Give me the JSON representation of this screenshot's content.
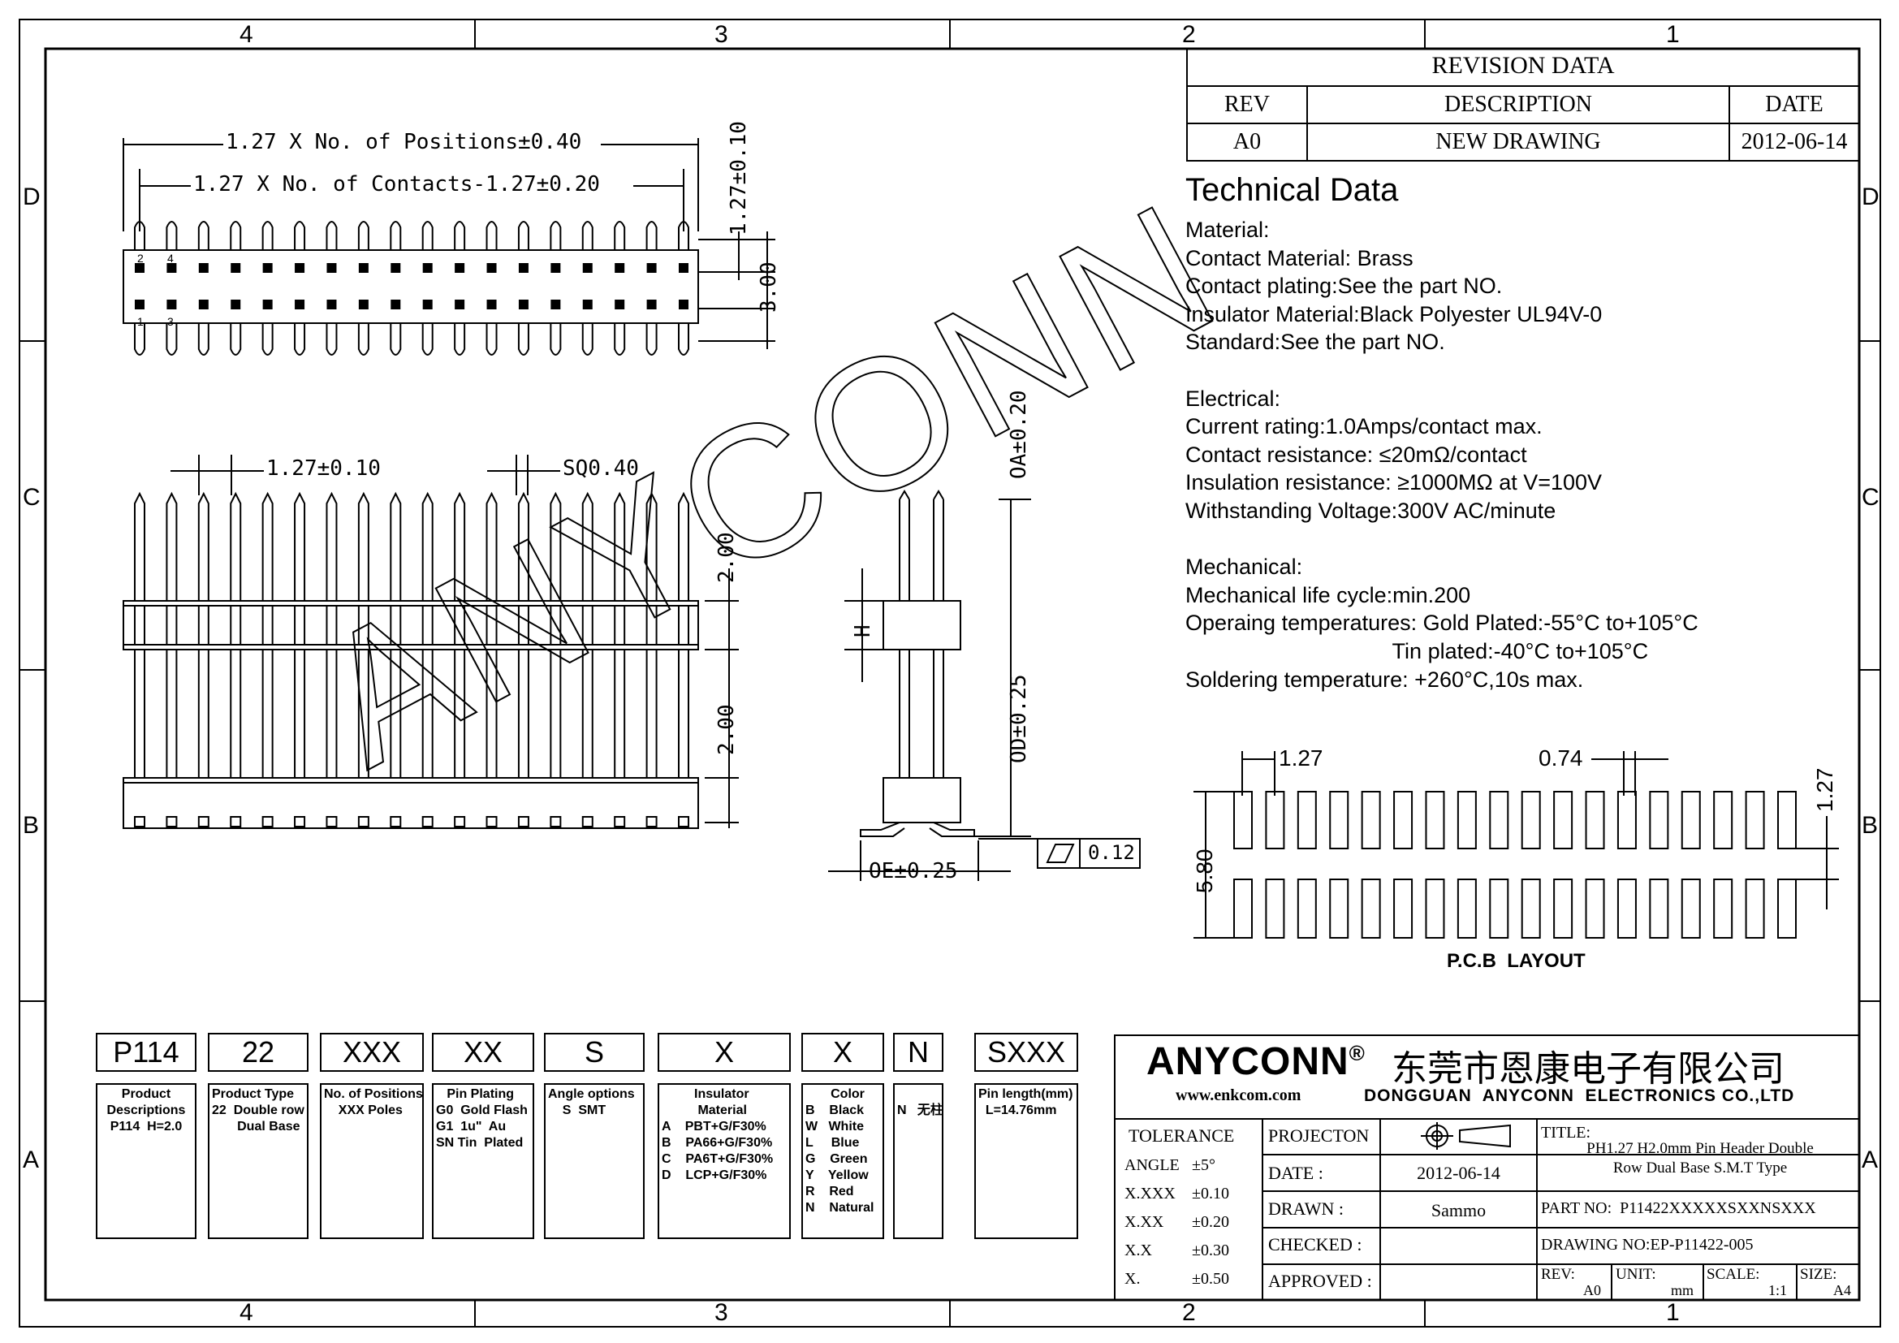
{
  "zones": {
    "columns": [
      "4",
      "3",
      "2",
      "1"
    ],
    "rows": [
      "D",
      "C",
      "B",
      "A"
    ]
  },
  "revision": {
    "title": "REVISION DATA",
    "headers": [
      "REV",
      "DESCRIPTION",
      "DATE"
    ],
    "row": [
      "A0",
      "NEW DRAWING",
      "2012-06-14"
    ]
  },
  "technical": {
    "heading": "Technical Data",
    "lines": [
      "Material:",
      "Contact Material: Brass",
      "Contact plating:See the part NO.",
      "Insulator Material:Black Polyester UL94V-0",
      "Standard:See the part NO.",
      "",
      "Electrical:",
      "Current rating:1.0Amps/contact max.",
      "Contact resistance: ≤20mΩ/contact",
      "Insulation resistance: ≥1000MΩ at V=100V",
      "Withstanding Voltage:300V AC/minute",
      "",
      "Mechanical:",
      "Mechanical life cycle:min.200",
      "Operaing temperatures: Gold Plated:-55°C to+105°C",
      "                                  Tin plated:-40°C to+105°C",
      "Soldering temperature: +260°C,10s max."
    ]
  },
  "dims": {
    "positions": "1.27 X No. of Positions±0.40",
    "contacts": "1.27 X No. of Contacts-1.27±0.20",
    "v127": "1.27±0.10",
    "v300": "3.00",
    "pitch": "1.27±0.10",
    "sq": "SQ0.40",
    "h200a": "2.00",
    "h200b": "2.00",
    "oa": "OA±0.20",
    "od": "OD±0.25",
    "h": "H",
    "oe": "OE±0.25",
    "flat": "0.12",
    "pin_2": "2",
    "pin_4": "4",
    "pin_1": "1",
    "pin_3": "3"
  },
  "pcb": {
    "pitch": "1.27",
    "pad": "0.74",
    "row": "1.27",
    "height": "5.80",
    "caption": "P.C.B  LAYOUT"
  },
  "watermark": "ANYCONN",
  "part_code": [
    {
      "code": "P114",
      "desc": "Product\nDescriptions\nP114  H=2.0"
    },
    {
      "code": "22",
      "desc": "Product Type\n22  Double row\n       Dual Base"
    },
    {
      "code": "XXX",
      "desc": "No. of Positions\n    XXX Poles"
    },
    {
      "code": "XX",
      "desc": "   Pin Plating\nG0  Gold Flash\nG1  1u\"  Au\nSN Tin  Plated"
    },
    {
      "code": "S",
      "desc": "Angle options\n    S  SMT"
    },
    {
      "code": "X",
      "desc": "         Insulator\n          Material\nA    PBT+G/F30%\nB    PA66+G/F30%\nC    PA6T+G/F30%\nD    LCP+G/F30%"
    },
    {
      "code": "X",
      "desc": "       Color\nB    Black\nW   White\nL     Blue\nG    Green\nY    Yellow\nR    Red\nN    Natural"
    },
    {
      "code": "N",
      "desc": "\nN   无柱"
    },
    {
      "code": "SXXX",
      "desc": "Pin length(mm)\n  L=14.76mm"
    }
  ],
  "titleblock": {
    "brand": "ANYCONN",
    "reg": "®",
    "chinese": "东莞市恩康电子有限公司",
    "website": "www.enkcom.com",
    "company": "DONGGUAN  ANYCONN  ELECTRONICS CO.,LTD",
    "tolerance_label": "TOLERANCE",
    "tolerances": [
      {
        "k": "ANGLE",
        "v": "±5°"
      },
      {
        "k": "X.XXX",
        "v": "±0.10"
      },
      {
        "k": "X.XX",
        "v": "±0.20"
      },
      {
        "k": "X.X",
        "v": "±0.30"
      },
      {
        "k": "X.",
        "v": "±0.50"
      }
    ],
    "projection": "PROJECTON",
    "date_label": "DATE :",
    "date": "2012-06-14",
    "drawn_label": "DRAWN :",
    "drawn": "Sammo",
    "checked_label": "CHECKED :",
    "approved_label": "APPROVED :",
    "title_label": "TITLE:",
    "title_line1": "PH1.27 H2.0mm Pin Header Double",
    "title_line2": "Row Dual Base S.M.T Type",
    "partno": "PART NO:  P11422XXXXXSXXNSXXX",
    "drawingno": "DRAWING NO:EP-P11422-005",
    "rev_label": "REV:",
    "rev": "A0",
    "unit_label": "UNIT:",
    "unit": "mm",
    "scale_label": "SCALE:",
    "scale": "1:1",
    "size_label": "SIZE:",
    "size": "A4"
  }
}
